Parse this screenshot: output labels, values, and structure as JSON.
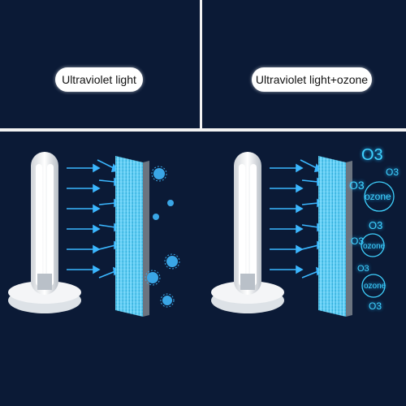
{
  "panels": {
    "left_caption": "Ultraviolet light",
    "right_caption": "Ultraviolet light+ozone"
  },
  "ozone_labels": {
    "o3": "O3",
    "ozone": "ozone"
  },
  "colors": {
    "background": "#0b1a36",
    "divider": "#f2f2f2",
    "arrow_blue": "#3bb7ff",
    "filter_cyan": "#66d1ff",
    "ozone_text": "#3fd2ff",
    "lamp_white": "#f4f4f4"
  },
  "icons": [
    "uv-lamp-icon",
    "filter-panel-icon",
    "virus-particle-icon",
    "ozone-molecule-icon",
    "arrow-icon"
  ]
}
